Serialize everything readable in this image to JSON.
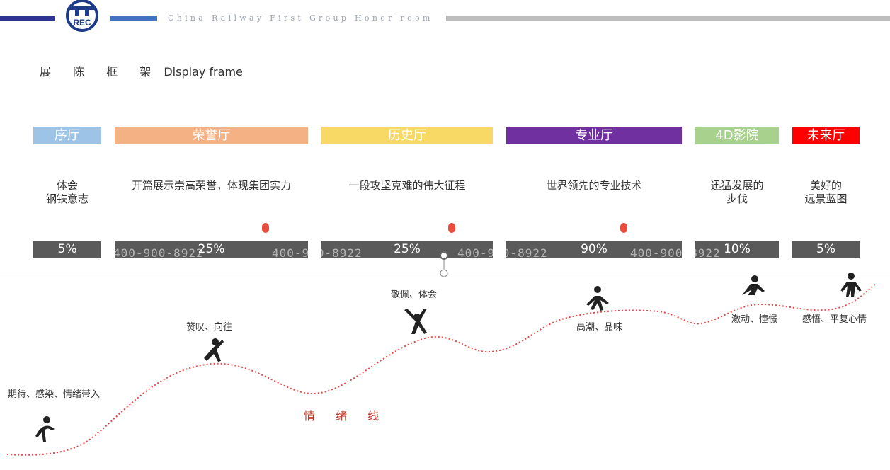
{
  "header": {
    "subtitle": "China Railway First Group Honor room",
    "logo_text": "REC",
    "colors": {
      "left_bar": "#2f3494",
      "mid_bar": "#4472c4",
      "right_bar": "#bdbdbd"
    }
  },
  "section": {
    "title_cn": "展 陈 框 架",
    "title_en": "Display frame"
  },
  "halls": [
    {
      "name": "序厅",
      "color": "#9dc3e6",
      "description": [
        "体会",
        "钢铁意志"
      ],
      "percent": "5%"
    },
    {
      "name": "荣誉厅",
      "color": "#f4b183",
      "description": [
        "开篇展示崇高荣誉，体现集团实力"
      ],
      "percent": "25%"
    },
    {
      "name": "历史厅",
      "color": "#f9d966",
      "description": [
        "一段攻坚克难的伟大征程"
      ],
      "percent": "25%"
    },
    {
      "name": "专业厅",
      "color": "#7030a0",
      "description": [
        "世界领先的专业技术"
      ],
      "percent": "90%"
    },
    {
      "name": "4D影院",
      "color": "#a9d18e",
      "description": [
        "迅猛发展的",
        "步伐"
      ],
      "percent": "10%"
    },
    {
      "name": "未来厅",
      "color": "#ff0000",
      "description": [
        "美好的",
        "远景蓝图"
      ],
      "percent": "5%"
    }
  ],
  "emotion_line": {
    "label": "情 绪 线",
    "line_color": "#e84a4a",
    "stages": [
      "期待、感染、情绪带入",
      "赞叹、向往",
      "敬佩、体会",
      "高潮、品味",
      "激动、憧憬",
      "感悟、平复心情"
    ]
  },
  "watermark": {
    "phone": "400-900-8922"
  }
}
